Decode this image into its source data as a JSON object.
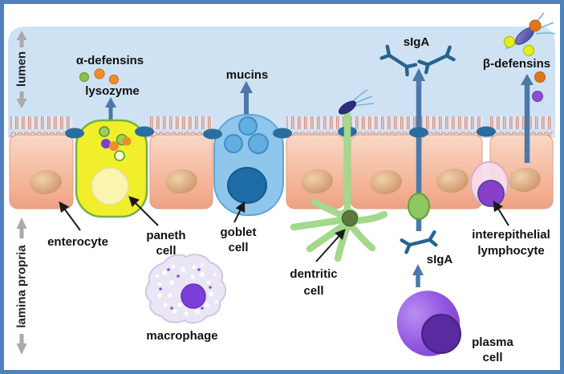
{
  "regions": {
    "lumen": "lumen",
    "lamina_propria": "lamina propria"
  },
  "molecules": {
    "alpha_defensins": "α-defensins",
    "lysozyme": "lysozyme",
    "mucins": "mucins",
    "siga_top": "sIgA",
    "siga_bottom": "sIgA",
    "beta_defensins": "β-defensins"
  },
  "cells": {
    "enterocyte": {
      "label": "enterocyte"
    },
    "paneth": {
      "line1": "paneth",
      "line2": "cell"
    },
    "goblet": {
      "line1": "goblet",
      "line2": "cell"
    },
    "dendritic": {
      "line1": "dentritic",
      "line2": "cell"
    },
    "macrophage": {
      "label": "macrophage"
    },
    "iel": {
      "line1": "interepithelial",
      "line2": "lymphocyte"
    },
    "plasma": {
      "line1": "plasma",
      "line2": "cell"
    }
  },
  "colors": {
    "frame_blue": "#4f81bd",
    "lumen_bg": "#cfe2f4",
    "enterocyte_fill": "#f3b093",
    "paneth_yellow": "#f1ee2b",
    "paneth_border": "#76b043",
    "goblet_blue": "#8ec6ec",
    "goblet_nucleus": "#1e6ca6",
    "dendritic_green": "#a3d88d",
    "macrophage_fill": "#eae6f5",
    "plasma_purple": "#8a4ce0",
    "iel_pink": "#f7dcec",
    "nucleus_purple": "#7b3fd8",
    "arrow_blue": "#4a79a8",
    "tight_junction_blue": "#2a6ea0",
    "antibody_blue": "#27638f",
    "gray_arrow": "#a9a9a9",
    "granule_green": "#9ccc60",
    "granule_orange": "#ef8e28",
    "defensin_yellow": "#e6ee22",
    "bacterium_navy": "#2d2d7e"
  }
}
